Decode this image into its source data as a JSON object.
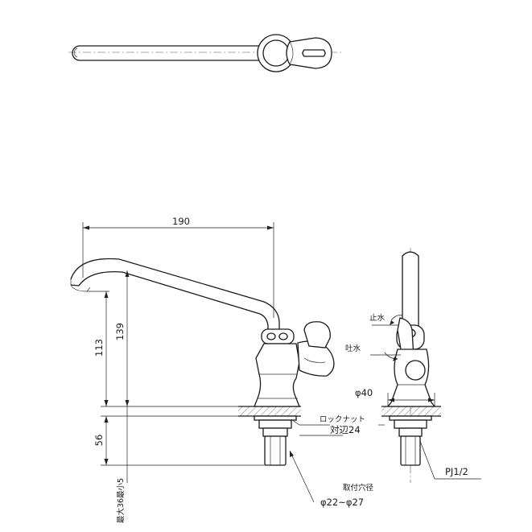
{
  "dimensions": {
    "spout_reach": "190",
    "height_total": "139",
    "height_outlet": "113",
    "base_height": "56",
    "body_diameter": "φ40",
    "counter_thickness": "最大36最小5"
  },
  "labels": {
    "stop_water": "止水",
    "discharge_water": "吐水",
    "lock_nut": "ロックナット",
    "lock_nut_size": "対辺24",
    "thread": "PJ1/2",
    "mount_hole": "取付穴径",
    "mount_hole_range": "φ22~φ27"
  }
}
